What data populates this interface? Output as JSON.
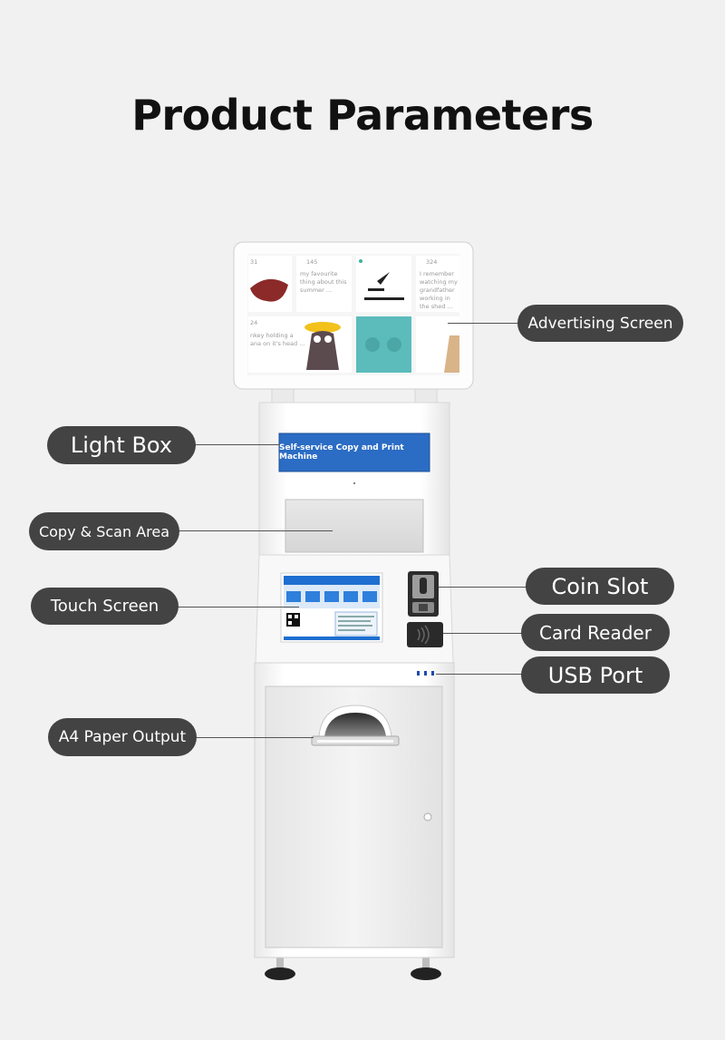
{
  "title": "Product Parameters",
  "banner": "Self-service Copy and Print Machine",
  "screen_tiles": {
    "t1_count": "31",
    "t2_count": "145",
    "t2_text": [
      "my favourite",
      "thing about this",
      "summer ..."
    ],
    "t4_count": "324",
    "t4_text": [
      "I remember",
      "watching my",
      "grandfather",
      "working in",
      "the shed ..."
    ],
    "t5_count": "24",
    "t5_text": [
      "nkey holding a",
      "ana on it's head ..."
    ]
  },
  "callouts": {
    "advertising_screen": "Advertising Screen",
    "light_box": "Light Box",
    "copy_scan_area": "Copy & Scan Area",
    "touch_screen": "Touch Screen",
    "coin_slot": "Coin Slot",
    "card_reader": "Card Reader",
    "usb_port": "USB Port",
    "a4_paper_output": "A4 Paper Output"
  },
  "colors": {
    "background": "#f1f1f1",
    "callout": "#434343",
    "banner": "#2b6cc4",
    "machine_body": "#ffffff",
    "teal_tile": "#5bbcbb",
    "screen_blue": "#1e6fd0"
  }
}
